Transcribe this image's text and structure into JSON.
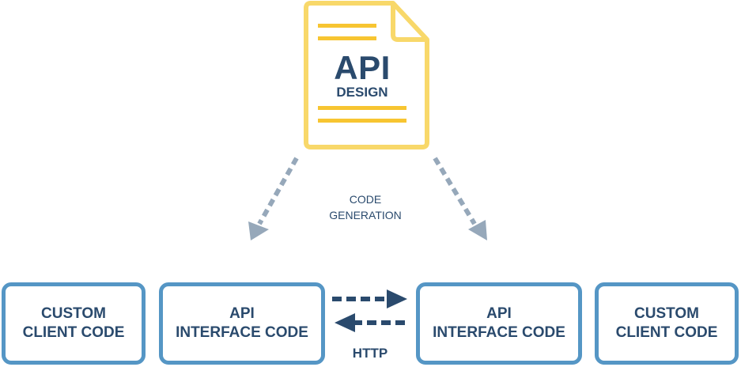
{
  "document": {
    "title": "API",
    "subtitle": "DESIGN"
  },
  "generation_label": [
    "CODE",
    "GENERATION"
  ],
  "boxes": [
    {
      "line1": "CUSTOM",
      "line2": "CLIENT CODE"
    },
    {
      "line1": "API",
      "line2": "INTERFACE CODE"
    },
    {
      "line1": "API",
      "line2": "INTERFACE CODE"
    },
    {
      "line1": "CUSTOM",
      "line2": "CLIENT CODE"
    }
  ],
  "protocol_label": "HTTP",
  "colors": {
    "document_outline": "#f8d86a",
    "document_lines": "#f7c531",
    "box_border": "#5596c5",
    "text": "#2a4a6d",
    "generation_arrow": "#96a8ba",
    "http_arrow": "#2a4a6d"
  }
}
